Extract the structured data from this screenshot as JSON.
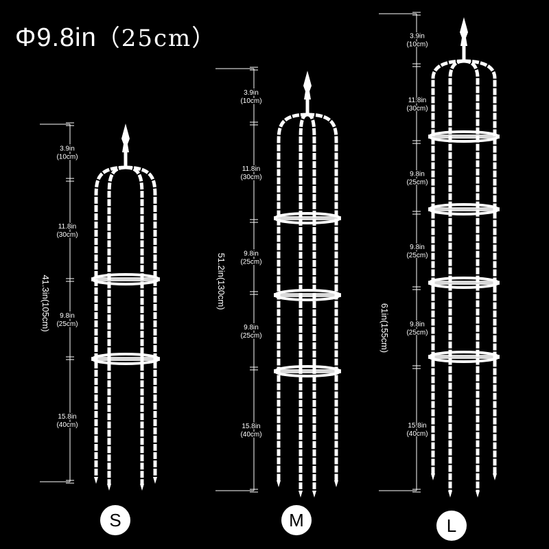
{
  "title": {
    "diameter": "Φ9.8in",
    "diameter_cm": "（25cm）"
  },
  "colors": {
    "background": "#000000",
    "frame": "#ffffff",
    "dimension_line": "#ffffff",
    "dimension_text": "#ffffff"
  },
  "sizes": [
    {
      "badge": "S",
      "total": "41.3in(105cm)",
      "segments": [
        {
          "in": "3.9in",
          "cm": "(10cm)"
        },
        {
          "in": "11.8in",
          "cm": "(30cm)"
        },
        {
          "in": "9.8in",
          "cm": "(25cm)"
        },
        {
          "in": "15.8in",
          "cm": "(40cm)"
        }
      ]
    },
    {
      "badge": "M",
      "total": "51.2in(130cm)",
      "segments": [
        {
          "in": "3.9in",
          "cm": "(10cm)"
        },
        {
          "in": "11.8in",
          "cm": "(30cm)"
        },
        {
          "in": "9.8in",
          "cm": "(25cm)"
        },
        {
          "in": "9.8in",
          "cm": "(25cm)"
        },
        {
          "in": "15.8in",
          "cm": "(40cm)"
        }
      ]
    },
    {
      "badge": "L",
      "total": "61in(155cm)",
      "segments": [
        {
          "in": "3.9in",
          "cm": "(10cm)"
        },
        {
          "in": "11.8in",
          "cm": "(30cm)"
        },
        {
          "in": "9.8in",
          "cm": "(25cm)"
        },
        {
          "in": "9.8in",
          "cm": "(25cm)"
        },
        {
          "in": "9.8in",
          "cm": "(25cm)"
        },
        {
          "in": "15.8in",
          "cm": "(40cm)"
        }
      ]
    }
  ]
}
